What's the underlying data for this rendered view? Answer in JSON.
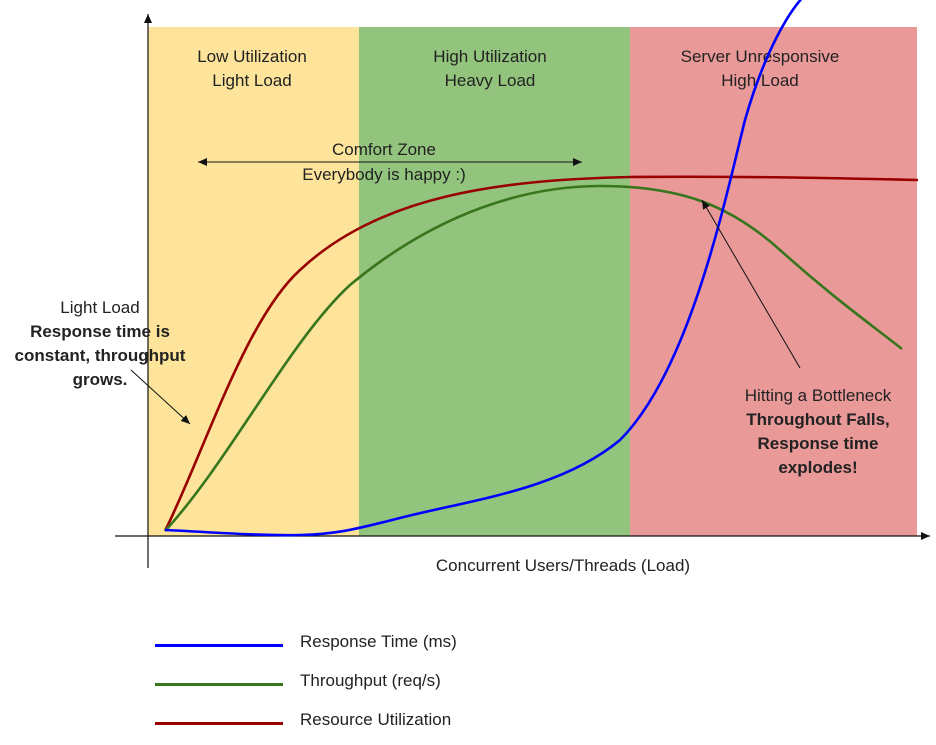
{
  "zones": [
    {
      "line1": "Low Utilization",
      "line2": "Light Load",
      "color": "#fde49a"
    },
    {
      "line1": "High Utilization",
      "line2": "Heavy Load",
      "color": "#93c47d"
    },
    {
      "line1": "Server Unresponsive",
      "line2": "High Load",
      "color": "#ea9999"
    }
  ],
  "comfort": {
    "line1": "Comfort Zone",
    "line2": "Everybody is happy :)"
  },
  "light_note": {
    "line1": "Light Load",
    "line2": "Response time is",
    "line3": "constant, throughput",
    "line4": "grows."
  },
  "bottleneck_note": {
    "line1": "Hitting a Bottleneck",
    "line2": "Throughout Falls,",
    "line3": "Response time",
    "line4": "explodes!"
  },
  "x_axis_label": "Concurrent Users/Threads (Load)",
  "legend": [
    {
      "label": "Response Time (ms)",
      "color": "#0000ff"
    },
    {
      "label": "Throughput (req/s)",
      "color": "#38761d"
    },
    {
      "label": "Resource Utilization",
      "color": "#990000"
    }
  ]
}
